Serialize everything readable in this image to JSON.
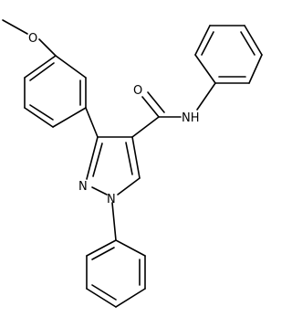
{
  "molecule": {
    "atom_labels": {
      "methoxy_o": "O",
      "carbonyl_o": "O",
      "amide_nh": "NH",
      "pyrazole_n2": "N",
      "pyrazole_n1": "N"
    }
  }
}
